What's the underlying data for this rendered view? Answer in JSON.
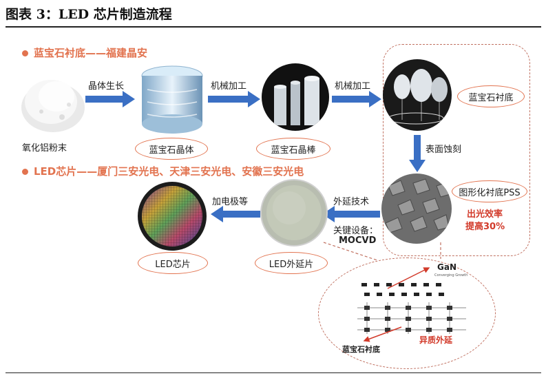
{
  "title": "图表 3：LED 芯片制造流程",
  "section1": "蓝宝石衬底——福建晶安",
  "section2": "LED芯片——厦门三安光电、天津三安光电、安徽三安光电",
  "images": {
    "powder_label": "氧化铝粉末",
    "crystal_label": "蓝宝石晶体",
    "rod_label": "蓝宝石晶棒",
    "substrate_label": "蓝宝石衬底",
    "pss_label": "图形化衬底PSS",
    "epi_label": "LED外延片",
    "chip_label": "LED芯片"
  },
  "arrows": {
    "a1": "晶体生长",
    "a2": "机械加工",
    "a3": "机械加工",
    "a4": "表面蚀刻",
    "a5": "外延技术",
    "a6": "加电极等"
  },
  "pss_note": [
    "出光效率",
    "提高30%"
  ],
  "equipment": [
    "关键设备：",
    "MOCVD"
  ],
  "inset": {
    "gan": "GaN",
    "small": "Converging Growth",
    "substrate": "蓝宝石衬底",
    "hetero": "异质外延"
  },
  "colors": {
    "accent": "#e2734f",
    "arrow": "#3a6fc4",
    "red": "#d23a2a"
  }
}
